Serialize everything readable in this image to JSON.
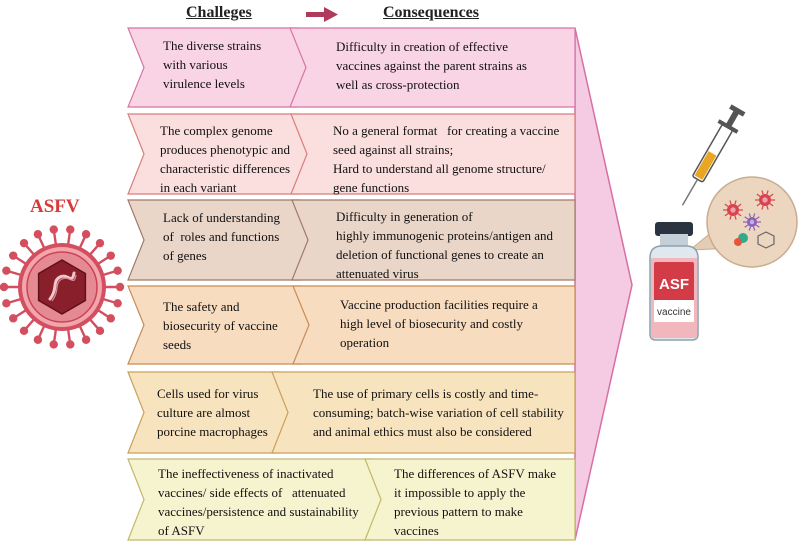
{
  "headers": {
    "challenges": "Challeges",
    "consequences": "Consequences"
  },
  "virus": {
    "label": "ASFV"
  },
  "vial": {
    "brand": "ASF",
    "sub": "vaccine"
  },
  "colors": {
    "row1": "#f9d4e4",
    "row2": "#fbdede",
    "row3": "#ead5c9",
    "row4": "#f7dcc0",
    "row5": "#f8e3bf",
    "row6": "#f6f3cf",
    "big_arrow": "#f5cbe3",
    "header_arrow": "#b03a5b",
    "virus": "#d34e5f"
  },
  "rows": [
    {
      "challenge": [
        "The diverse strains",
        "with various",
        "virulence levels"
      ],
      "consequence": [
        "Difficulty in creation of effective",
        "vaccines against the parent strains as",
        "well as cross-protection"
      ]
    },
    {
      "challenge": [
        "The complex genome",
        "produces phenotypic and",
        "characteristic differences",
        "in each variant"
      ],
      "consequence": [
        "No a general format   for creating a vaccine",
        "seed against all strains;",
        "Hard to understand all genome structure/",
        "gene functions"
      ]
    },
    {
      "challenge": [
        "Lack of understanding",
        "of  roles and functions",
        "of genes"
      ],
      "consequence": [
        "Difficulty in generation of",
        "highly immunogenic proteins/antigen and",
        "deletion of functional genes to create an",
        "attenuated virus"
      ]
    },
    {
      "challenge": [
        "The safety and",
        "biosecurity of vaccine",
        "seeds"
      ],
      "consequence": [
        "Vaccine production facilities require a",
        "high level of biosecurity and costly",
        "operation"
      ]
    },
    {
      "challenge": [
        "Cells used for virus",
        "culture are almost",
        "porcine macrophages"
      ],
      "consequence": [
        "The use of primary cells is costly and time-",
        "consuming; batch-wise variation of cell stability",
        "and animal ethics must also be considered"
      ]
    },
    {
      "challenge": [
        "The ineffectiveness of inactivated",
        "vaccines/ side effects of   attenuated",
        "vaccines/persistence and sustainability",
        "of ASFV"
      ],
      "consequence": [
        "The differences of ASFV make",
        "it impossible to apply the",
        "previous pattern to make",
        "vaccines"
      ]
    }
  ]
}
